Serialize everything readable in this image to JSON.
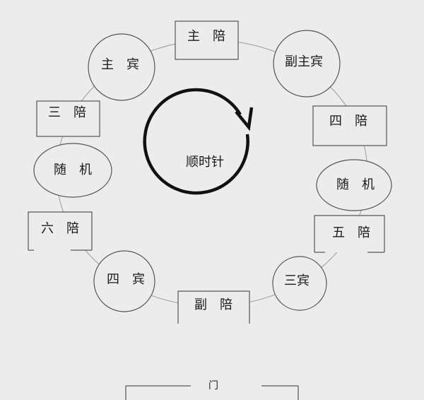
{
  "seats": {
    "host": "主　宾",
    "main_host": "主　陪",
    "deputy_main_guest": "副主宾",
    "third_host": "三　陪",
    "fourth_host": "四　陪",
    "attendant_left": "随　机",
    "attendant_right": "随　机",
    "sixth_host": "六　陪",
    "fifth_host": "五　陪",
    "fourth_guest": "四　宾",
    "third_guest": "三宾",
    "deputy_host": "副　陪"
  },
  "center": {
    "label": "顺时针"
  },
  "door": {
    "label": "门"
  }
}
